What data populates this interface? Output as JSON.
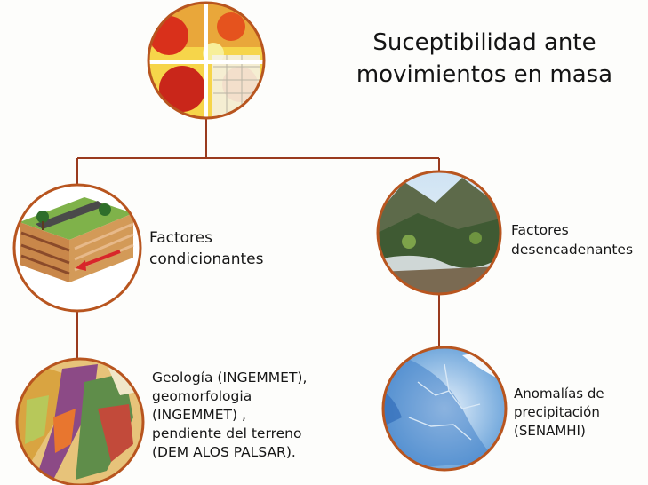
{
  "diagram": {
    "title": "Suceptibilidad ante\nmovimientos en masa",
    "nodes": {
      "root": {
        "image": "susceptibility-heatmap-thumbnail"
      },
      "conditioning": {
        "label": "Factores\ncondicionantes",
        "image": "geological-block-diagram"
      },
      "triggering": {
        "label": "Factores\ndesencadenantes",
        "image": "mountain-river-photo"
      },
      "geology": {
        "label": "Geología (INGEMMET),\ngeomorfologia\n(INGEMMET) ,\npendiente del terreno\n(DEM ALOS PALSAR).",
        "image": "geological-map-thumbnail"
      },
      "precipitation": {
        "label": "Anomalías de\nprecipitación\n(SENAMHI)",
        "image": "precipitation-anomaly-map"
      }
    },
    "edges": [
      [
        "root",
        "conditioning"
      ],
      [
        "root",
        "triggering"
      ],
      [
        "conditioning",
        "geology"
      ],
      [
        "triggering",
        "precipitation"
      ]
    ]
  },
  "colors": {
    "connector": "#9a3b1e",
    "ring": "#b8551f"
  }
}
